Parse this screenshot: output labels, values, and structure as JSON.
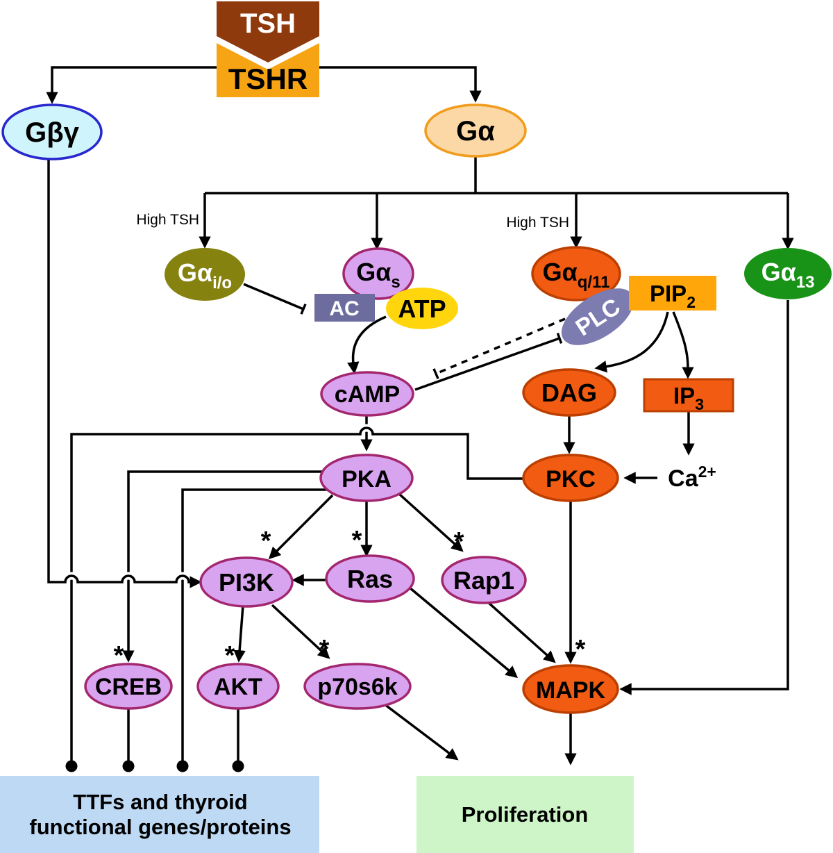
{
  "nodes": {
    "tsh": {
      "label": "TSH"
    },
    "tshr": {
      "label": "TSHR"
    },
    "gbg": {
      "label": "Gβγ"
    },
    "ga": {
      "label": "Gα"
    },
    "gaio": {
      "main": "Gα",
      "sub": "i/o"
    },
    "gas": {
      "main": "Gα",
      "sub": "s"
    },
    "gaq11": {
      "main": "Gα",
      "sub": "q/11"
    },
    "ga13": {
      "main": "Gα",
      "sub": "13"
    },
    "ac": {
      "label": "AC"
    },
    "atp": {
      "label": "ATP"
    },
    "plc": {
      "label": "PLC"
    },
    "pip2": {
      "main": "PIP",
      "sub": "2"
    },
    "camp": {
      "label": "cAMP"
    },
    "dag": {
      "label": "DAG"
    },
    "ip3": {
      "main": "IP",
      "sub": "3"
    },
    "pka": {
      "label": "PKA"
    },
    "pkc": {
      "label": "PKC"
    },
    "ca": {
      "main": "Ca",
      "sup": "2+"
    },
    "pi3k": {
      "label": "PI3K"
    },
    "ras": {
      "label": "Ras"
    },
    "rap1": {
      "label": "Rap1"
    },
    "creb": {
      "label": "CREB"
    },
    "akt": {
      "label": "AKT"
    },
    "p70s6k": {
      "label": "p70s6k"
    },
    "mapk": {
      "label": "MAPK"
    },
    "ttfs": {
      "line1": "TTFs and thyroid",
      "line2": "functional genes/proteins"
    },
    "proliferation": {
      "label": "Proliferation"
    }
  },
  "labels": {
    "high_tsh": "High TSH"
  },
  "annotations": {
    "star": "*"
  },
  "colors": {
    "tsh_brown": "#8E3A0D",
    "tshr_orange": "#F7A414",
    "gbg_fill": "#CFF4FB",
    "gbg_stroke": "#2727CE",
    "ga_fill": "#FBD8A6",
    "ga_stroke": "#F09C1C",
    "gaio_fill": "#858210",
    "purple_fill": "#D9A4EF",
    "purple_stroke": "#A3276F",
    "orange_fill": "#F15B12",
    "orange_stroke": "#BC3F00",
    "pip2_fill": "#FFA60A",
    "ac_fill": "#6C6C9F",
    "atp_fill": "#FFD60D",
    "plc_fill": "#7C7CB1",
    "green_fill": "#189317",
    "ca_text": "#A84300",
    "ttfs_box": "#BED9F4",
    "proliferation_box": "#CDF5C8",
    "line": "#000000"
  }
}
